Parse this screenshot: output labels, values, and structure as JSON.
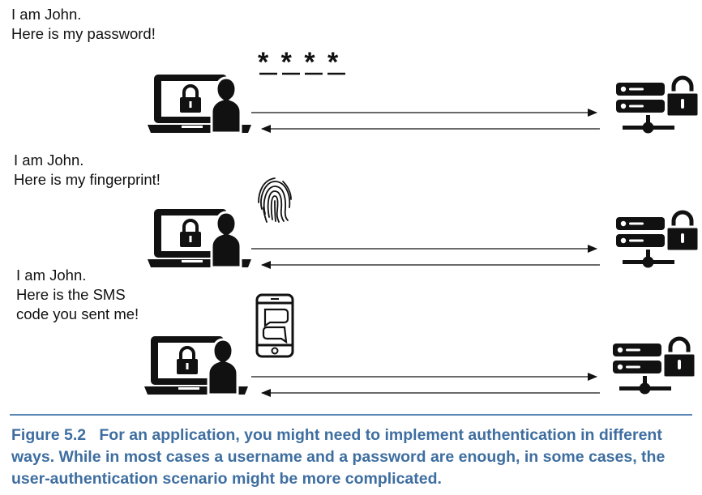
{
  "scenarios": [
    {
      "lines": [
        "I am John.",
        "Here is my password!"
      ],
      "credential": "password",
      "credential_text": "* * * *"
    },
    {
      "lines": [
        "I am John.",
        "Here is my fingerprint!"
      ],
      "credential": "fingerprint"
    },
    {
      "lines": [
        "I am John.",
        "Here is the SMS",
        "code you sent me!"
      ],
      "credential": "sms-phone"
    }
  ],
  "caption": {
    "figure_number": "Figure 5.2",
    "text": "For an application, you might need to implement authentication in different ways. While in most cases a username and a password are enough, in some cases, the user-authentication scenario might be more complicated."
  },
  "colors": {
    "ink": "#111111",
    "caption": "#3e6ea0",
    "rule": "#5b86b8"
  },
  "icons": [
    "laptop-user-lock-icon",
    "server-lock-icon",
    "fingerprint-icon",
    "smartphone-sms-icon"
  ]
}
